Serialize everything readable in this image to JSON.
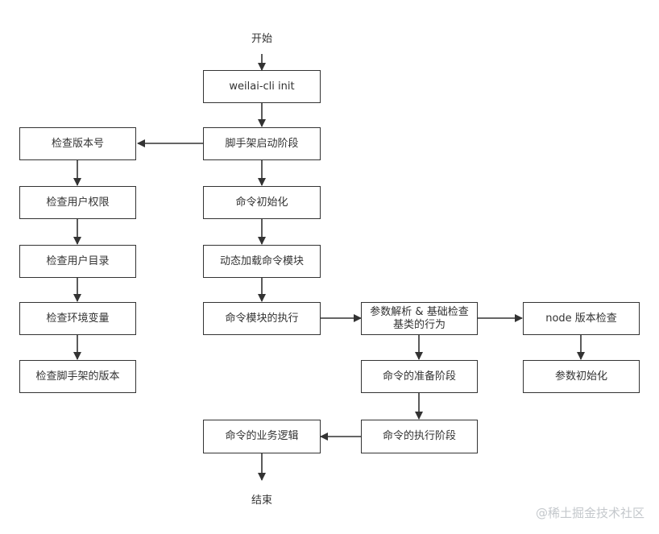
{
  "start": "开始",
  "end": "结束",
  "main": {
    "init_cmd": "weilai-cli init",
    "cli_start": "脚手架启动阶段",
    "cmd_init": "命令初始化",
    "dynamic_load": "动态加载命令模块",
    "module_exec": "命令模块的执行",
    "business": "命令的业务逻辑"
  },
  "checks": {
    "version": "检查版本号",
    "permission": "检查用户权限",
    "home_dir": "检查用户目录",
    "env": "检查环境变量",
    "cli_version": "检查脚手架的版本"
  },
  "parse": {
    "line1": "参数解析 & 基础检查",
    "line2": "基类的行为"
  },
  "prepare": "命令的准备阶段",
  "exec_stage": "命令的执行阶段",
  "node_check": "node 版本检查",
  "arg_init": "参数初始化",
  "watermark": "@稀土掘金技术社区"
}
